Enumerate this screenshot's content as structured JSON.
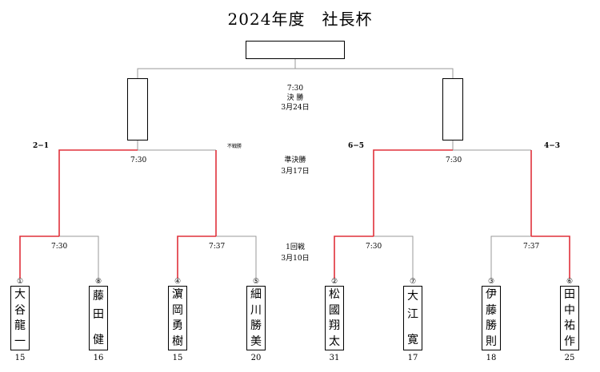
{
  "title": "2024年度　社長杯",
  "final": {
    "time": "7:30",
    "label": "決 勝",
    "date": "3月24日"
  },
  "semi": {
    "label": "準決勝",
    "date": "3月17日",
    "left_time": "7:30",
    "right_time": "7:30",
    "note": "不戦勝"
  },
  "first": {
    "label": "1回戦",
    "date": "3月10日",
    "times": [
      "7:30",
      "7:37",
      "7:30",
      "7:37"
    ]
  },
  "scores": {
    "s1": "2−1",
    "s2": "6−5",
    "s3": "4−3"
  },
  "players": [
    {
      "mark": "①",
      "chars": [
        "大",
        "谷",
        "龍",
        "一"
      ],
      "num": "15"
    },
    {
      "mark": "⑧",
      "chars": [
        "藤",
        "田",
        "",
        "健"
      ],
      "num": "16"
    },
    {
      "mark": "④",
      "chars": [
        "濵",
        "岡",
        "勇",
        "樹"
      ],
      "num": "15"
    },
    {
      "mark": "⑤",
      "chars": [
        "細",
        "川",
        "勝",
        "美"
      ],
      "num": "20"
    },
    {
      "mark": "②",
      "chars": [
        "松",
        "國",
        "翔",
        "太"
      ],
      "num": "31"
    },
    {
      "mark": "⑦",
      "chars": [
        "大",
        "江",
        "",
        "寛"
      ],
      "num": "17"
    },
    {
      "mark": "③",
      "chars": [
        "伊",
        "藤",
        "勝",
        "則"
      ],
      "num": "18"
    },
    {
      "mark": "⑥",
      "chars": [
        "田",
        "中",
        "祐",
        "作"
      ],
      "num": "25"
    }
  ],
  "colors": {
    "winner_line": "#e0303a",
    "loser_line": "#999999"
  }
}
